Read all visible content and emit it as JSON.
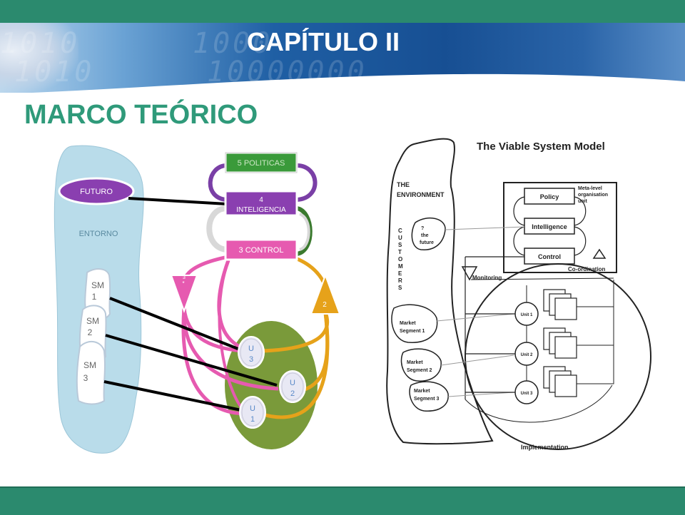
{
  "header": {
    "chapter": "CAPÍTULO II",
    "banner_digits": [
      "1010",
      "1000",
      "1010",
      "10000000"
    ]
  },
  "subtitle": "MARCO TEÓRICO",
  "left_diagram": {
    "futuro": "FUTURO",
    "entorno": "ENTORNO",
    "sm1": [
      "SM",
      "1"
    ],
    "sm2": [
      "SM",
      "2"
    ],
    "sm3": [
      "SM",
      "3"
    ],
    "s5": "5 POLITICAS",
    "s4": [
      "4",
      "INTELIGENCIA"
    ],
    "s3": "3 CONTROL",
    "s3star": [
      "3",
      "*"
    ],
    "s2": "2",
    "u3": [
      "U",
      "3"
    ],
    "u2": [
      "U",
      "2"
    ],
    "u1": [
      "U",
      "1"
    ]
  },
  "right_diagram": {
    "title": "The Viable System Model",
    "environment": [
      "THE",
      "ENVIRONMENT"
    ],
    "customers": [
      "C",
      "U",
      "S",
      "T",
      "O",
      "M",
      "E",
      "R",
      "S"
    ],
    "the_future": [
      "?",
      "the",
      "future"
    ],
    "meta": [
      "Meta-level",
      "organisation",
      "unit"
    ],
    "policy": "Policy",
    "intelligence": "Intelligence",
    "control": "Control",
    "coordination": "Co-ordination",
    "monitoring": "Monitoring",
    "seg1": [
      "Market",
      "Segment 1"
    ],
    "seg2": [
      "Market",
      "Segment 2"
    ],
    "seg3": [
      "Market",
      "Segment 3"
    ],
    "unit1": "Unit 1",
    "unit2": "Unit 2",
    "unit3": "Unit 3",
    "implementation": "Implementation"
  },
  "colors": {
    "bar": "#2b8a6e",
    "subtitle": "#2f9a7a",
    "purple": "#7a3fa6",
    "green": "#3a7a2e",
    "pink": "#e65ab0",
    "orange": "#e6a21a",
    "olive": "#7a9a3a",
    "blue_light": "#b7dbe9"
  }
}
